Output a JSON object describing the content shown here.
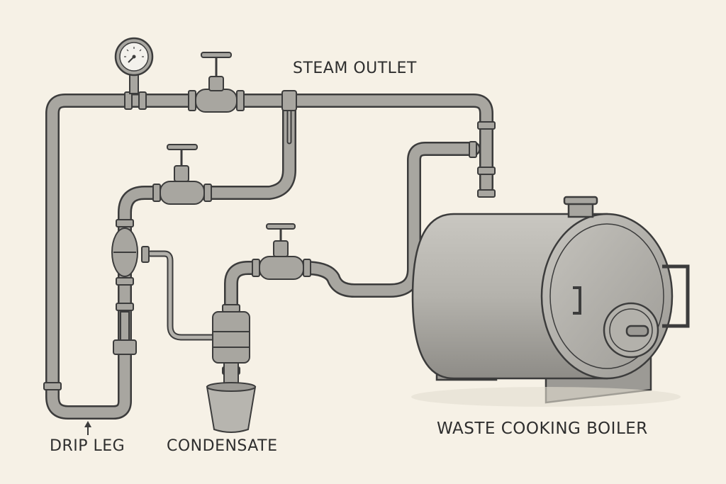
{
  "labels": {
    "steam_outlet": "STEAM OUTLET",
    "drip_leg": "DRIP LEG",
    "condensate": "CONDENSATE",
    "boiler": "WASTE COOKING BOILER"
  },
  "colors": {
    "background": "#f6f1e6",
    "pipe": "#a8a6a0",
    "outline": "#3c3c3c",
    "boiler_body": "#b7b5af",
    "boiler_shadow": "#8f8d88",
    "text": "#2e2e2e"
  },
  "components": [
    "pressure-gauge",
    "steam-valve",
    "bypass-valve",
    "condensate-valve",
    "steam-trap",
    "condensate-bucket",
    "drip-leg-strainer",
    "boiler-tank"
  ]
}
